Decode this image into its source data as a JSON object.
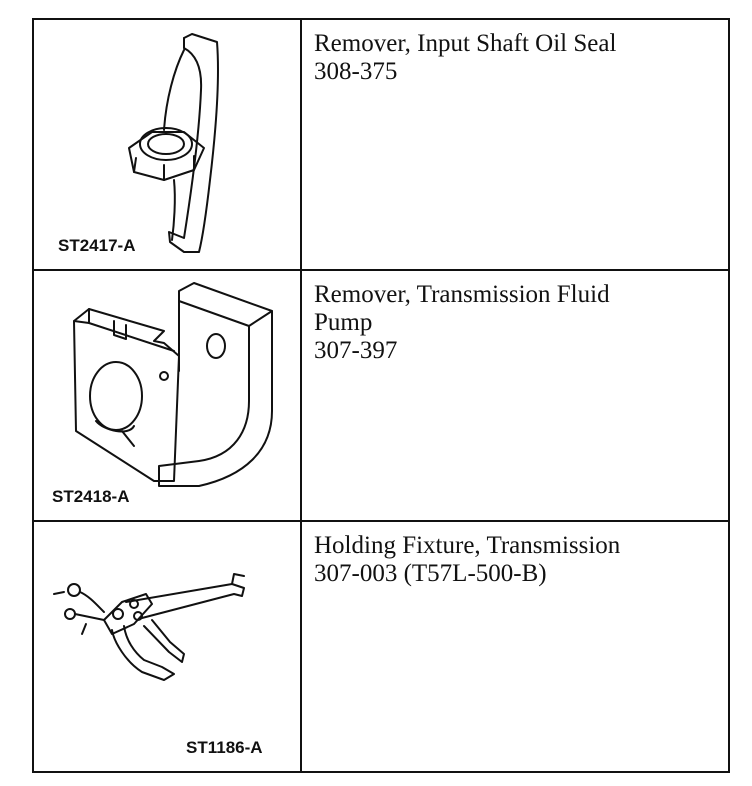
{
  "rows": [
    {
      "figure_label": "ST2417-A",
      "lines": [
        "Remover, Input Shaft Oil Seal",
        "308-375"
      ],
      "illustration": "input-shaft-oil-seal-remover"
    },
    {
      "figure_label": "ST2418-A",
      "lines": [
        "Remover, Transmission Fluid",
        "Pump",
        "307-397"
      ],
      "illustration": "transmission-fluid-pump-remover"
    },
    {
      "figure_label": "ST1186-A",
      "lines": [
        "Holding Fixture, Transmission",
        "307-003 (T57L-500-B)"
      ],
      "illustration": "transmission-holding-fixture"
    }
  ]
}
